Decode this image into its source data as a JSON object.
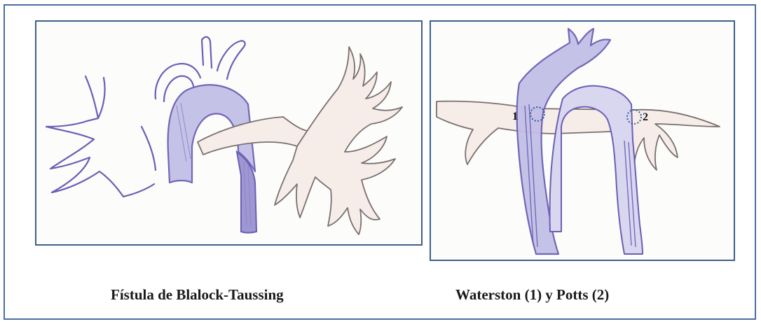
{
  "captions": {
    "left": "Fístula de Blalock-Taussing",
    "right": "Waterston (1) y Potts (2)"
  },
  "markers": {
    "one": "1",
    "two": "2"
  },
  "colors": {
    "frame": "#4a6fa0",
    "panel_border": "#3e5f8a",
    "vessel_outline": "#6a5fb5",
    "vessel_shade": "#8d86c8",
    "pulmonary_fill": "#f6ece8",
    "marker_circle": "#2f5a9a"
  }
}
